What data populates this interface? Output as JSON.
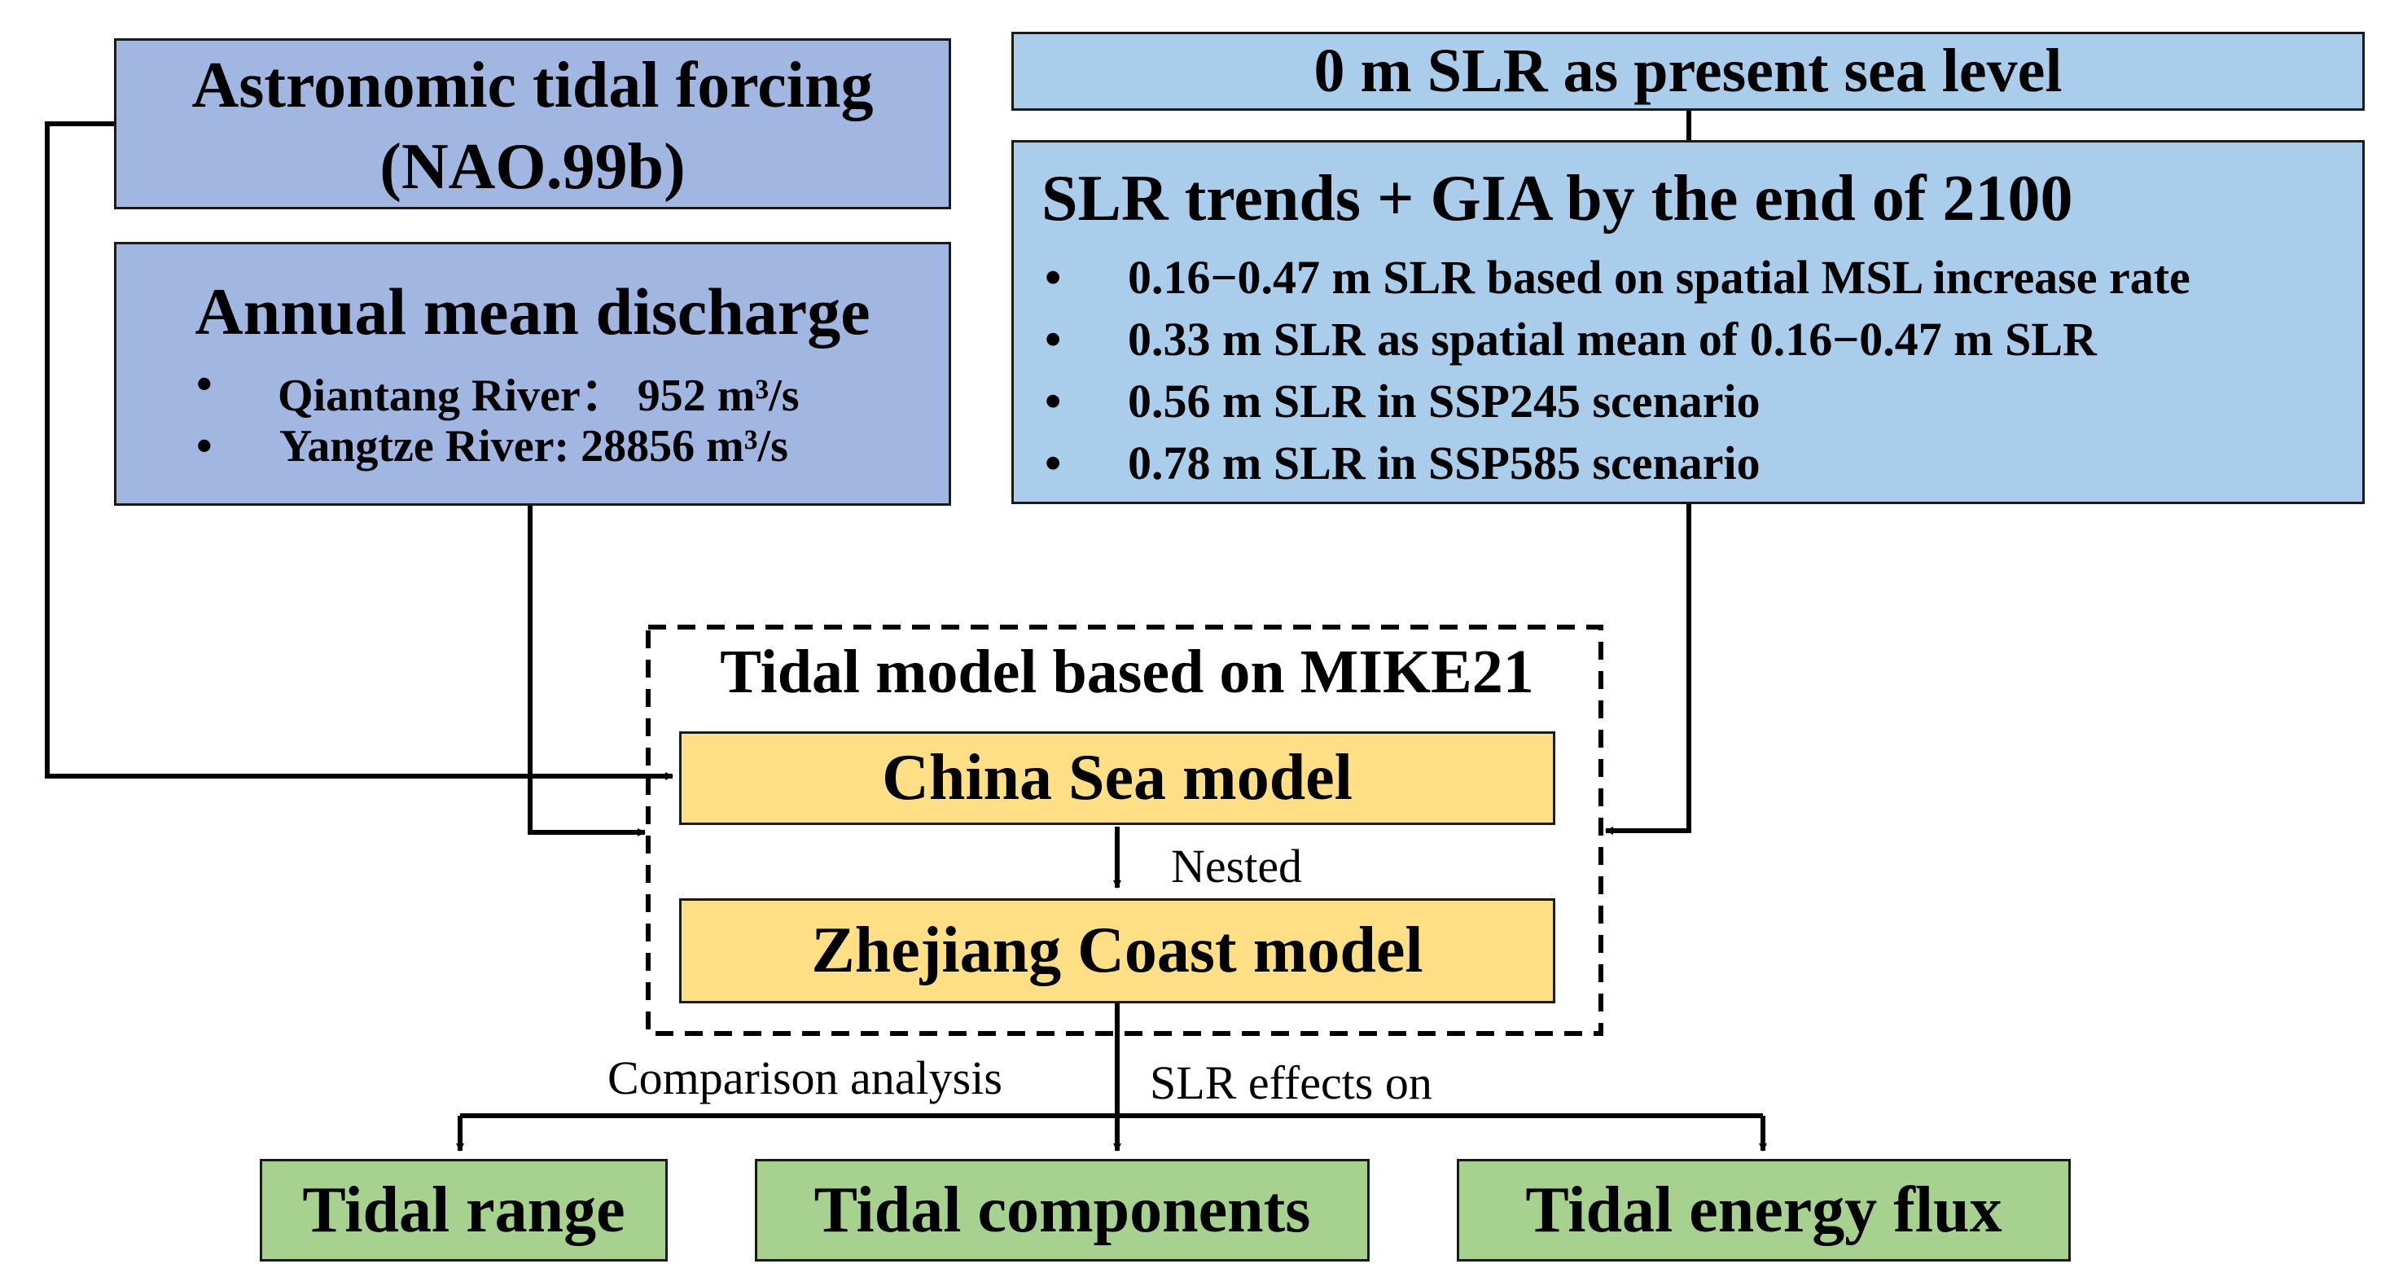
{
  "astronomic": {
    "line1": "Astronomic tidal forcing",
    "line2": "(NAO.99b)"
  },
  "discharge": {
    "title": "Annual mean discharge",
    "bullet": "•",
    "items": [
      "Qiantang River： 952 m³/s",
      "Yangtze River: 28856 m³/s"
    ]
  },
  "sea_level": {
    "title": "0 m SLR as present sea level"
  },
  "slr_trends": {
    "title": "SLR trends + GIA by the end of 2100",
    "bullet": "•",
    "items": [
      "0.16−0.47 m SLR based on spatial MSL increase rate",
      "0.33 m SLR as spatial mean of 0.16−0.47 m SLR",
      "0.56 m SLR in SSP245 scenario",
      "0.78 m SLR in SSP585 scenario"
    ]
  },
  "tidal_model": {
    "title": "Tidal model based on MIKE21",
    "china_sea": "China Sea model",
    "nested_label": "Nested",
    "zhejiang": "Zhejiang Coast model"
  },
  "analysis": {
    "comparison_label": "Comparison analysis",
    "slr_effects_label": "SLR effects on"
  },
  "outputs": {
    "tidal_range": "Tidal range",
    "tidal_components": "Tidal components",
    "tidal_energy_flux": "Tidal energy flux"
  },
  "colors": {
    "astronomic_box": "#a1b6e0",
    "sea_level_box": "#a9cdeb",
    "model_box": "#fedf85",
    "output_box": "#a7d18f"
  }
}
